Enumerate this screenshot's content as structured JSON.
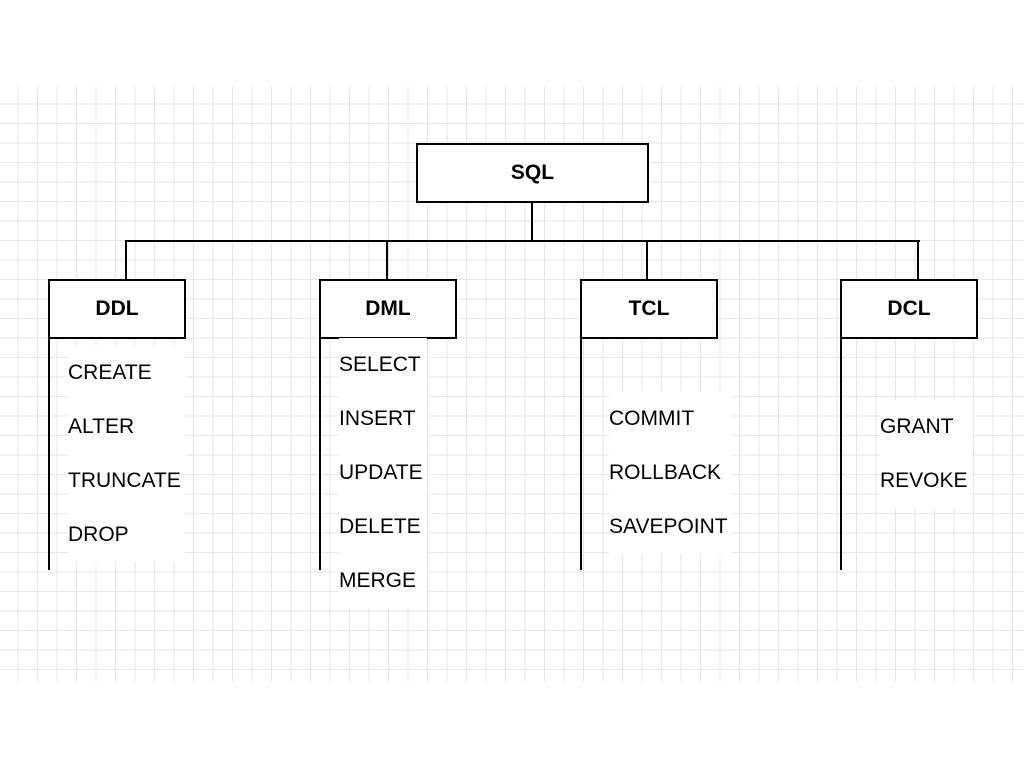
{
  "root": {
    "label": "SQL"
  },
  "categories": [
    {
      "label": "DDL",
      "items": [
        "CREATE",
        "ALTER",
        "TRUNCATE",
        "DROP"
      ]
    },
    {
      "label": "DML",
      "items": [
        "SELECT",
        "INSERT",
        "UPDATE",
        "DELETE",
        "MERGE"
      ]
    },
    {
      "label": "TCL",
      "items": [
        "COMMIT",
        "ROLLBACK",
        "SAVEPOINT"
      ]
    },
    {
      "label": "DCL",
      "items": [
        "GRANT",
        "REVOKE"
      ]
    }
  ]
}
